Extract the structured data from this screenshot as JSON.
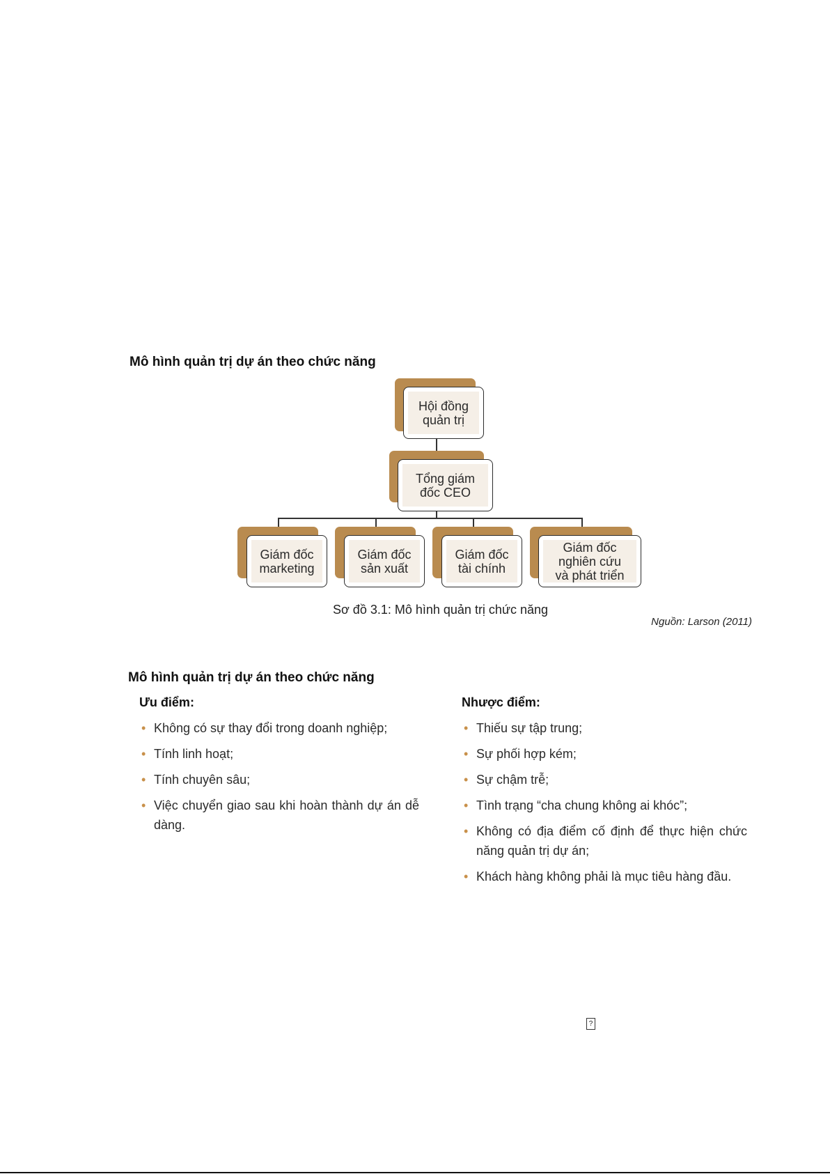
{
  "section1_heading": "Mô hình quản trị dự án theo chức năng",
  "org_chart": {
    "board": "Hội đồng quản trị",
    "ceo": "Tổng giám đốc CEO",
    "directors": [
      "Giám đốc marketing",
      "Giám đốc sản xuất",
      "Giám đốc tài chính",
      "Giám đốc nghiên cứu và phát triển"
    ]
  },
  "caption": "Sơ đồ 3.1: Mô hình quản trị chức năng",
  "source": "Nguồn: Larson (2011)",
  "section2_heading": "Mô hình quản trị dự án theo chức năng",
  "advantages": {
    "title": "Ưu điểm:",
    "items": [
      "Không có sự thay đổi trong doanh nghiệp;",
      "Tính linh hoạt;",
      "Tính chuyên sâu;",
      "Việc chuyển giao sau khi hoàn thành dự án dễ dàng."
    ]
  },
  "disadvantages": {
    "title": "Nhược điểm:",
    "items": [
      "Thiếu sự tập trung;",
      "Sự phối hợp kém;",
      "Sự chậm trễ;",
      "Tình trạng “cha chung không ai khóc”;",
      "Không có địa điểm cố định để thực hiện chức năng quản trị dự án;",
      "Khách hàng không phải là mục tiêu hàng đầu."
    ]
  },
  "bullet_color": "#c8904a",
  "shadow_color": "#b98b4f",
  "glyph": "?"
}
